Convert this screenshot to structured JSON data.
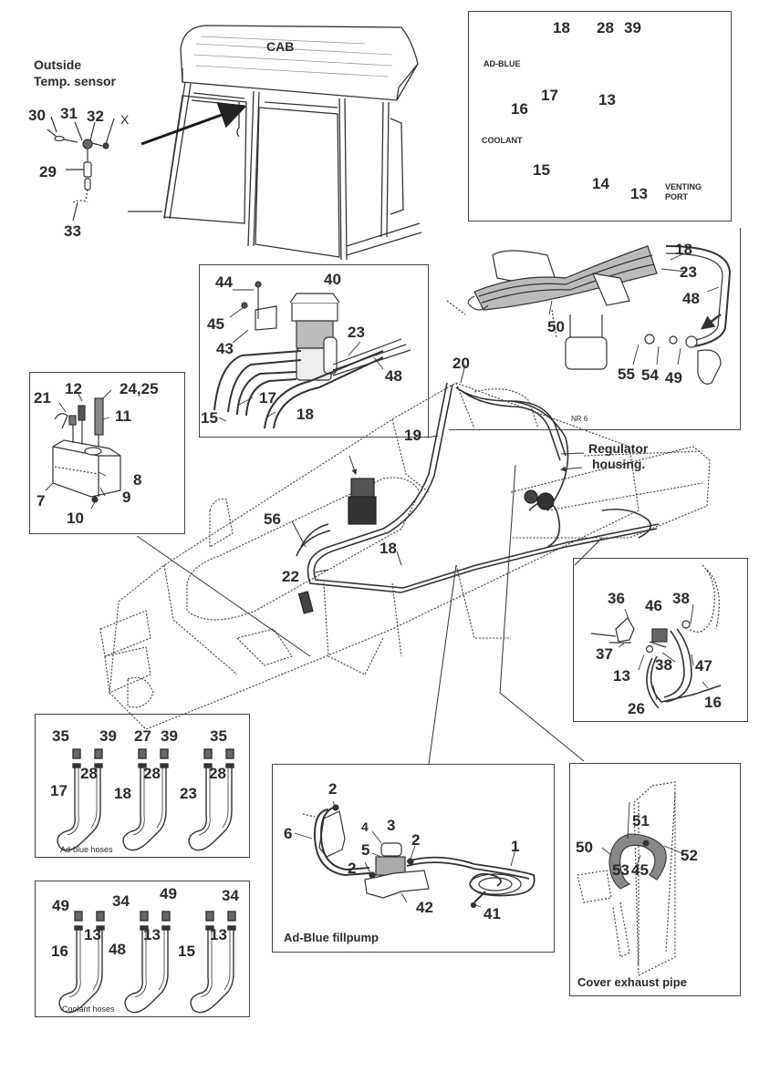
{
  "diagram": {
    "type": "parts-exploded-view",
    "subject": "Ad-Blue / coolant hose routing"
  },
  "cab": {
    "title": "CAB",
    "sensor_caption_line1": "Outside",
    "sensor_caption_line2": "Temp. sensor",
    "sensor_parts": [
      "30",
      "31",
      "32",
      "X",
      "29",
      "33"
    ]
  },
  "connector_panel": {
    "adblue_label": "AD-BLUE",
    "coolant_label": "COOLANT",
    "venting_line1": "VENTING",
    "venting_line2": "PORT",
    "parts": {
      "hose_in_adblue": "18",
      "clamp_adblue": "28",
      "fitting_adblue": "39",
      "hose_out_adblue": "17",
      "clamp_coolant_top": "13",
      "hose_in_coolant": "16",
      "hose_out_coolant": "15",
      "vent_hose": "14",
      "clamp_vent": "13"
    }
  },
  "tank_panel": {
    "parts": [
      "44",
      "40",
      "45",
      "43",
      "23",
      "48",
      "17",
      "15",
      "18"
    ]
  },
  "exhaust_route_panel": {
    "parts": [
      "18",
      "23",
      "48",
      "50",
      "55",
      "54",
      "49"
    ]
  },
  "valve_block_panel": {
    "parts": [
      "21",
      "12",
      "24,25",
      "11",
      "8",
      "7",
      "9",
      "10"
    ]
  },
  "main_view": {
    "labels": [
      "20",
      "19",
      "56",
      "18",
      "22"
    ],
    "small_tag": "NR 6",
    "regulator_line1": "Regulator",
    "regulator_line2": "housing."
  },
  "regulator_panel": {
    "parts": [
      "36",
      "46",
      "38",
      "37",
      "38",
      "13",
      "47",
      "26",
      "16"
    ]
  },
  "adblue_hoses_panel": {
    "caption": "Ad-blue hoses",
    "sets": [
      {
        "left_fitting": "35",
        "right_fitting": "39",
        "clamp": "28",
        "hose": "17"
      },
      {
        "left_fitting": "27",
        "right_fitting": "39",
        "clamp": "28",
        "hose": "18"
      },
      {
        "left_fitting": "35",
        "right_fitting": "",
        "clamp": "28",
        "hose": "23"
      }
    ]
  },
  "coolant_hoses_panel": {
    "caption": "Coolant hoses",
    "sets": [
      {
        "left_fitting": "49",
        "right_fitting": "",
        "clamp": "13",
        "hose": "16"
      },
      {
        "left_fitting": "34",
        "right_fitting": "49",
        "clamp": "13",
        "hose": "48"
      },
      {
        "left_fitting": "",
        "right_fitting": "34",
        "clamp": "13",
        "hose": "15"
      }
    ]
  },
  "fillpump_panel": {
    "caption": "Ad-Blue fillpump",
    "parts": [
      "2",
      "6",
      "4",
      "3",
      "5",
      "2",
      "2",
      "1",
      "42",
      "41"
    ]
  },
  "exhaust_cover_panel": {
    "caption": "Cover exhaust pipe",
    "parts": [
      "51",
      "50",
      "52",
      "53",
      "45"
    ]
  },
  "colors": {
    "line": "#2b2b2b",
    "label": "#2a2a2a",
    "panel_border": "#444444",
    "hose_fill": "#8a8a8a",
    "background": "#ffffff"
  }
}
